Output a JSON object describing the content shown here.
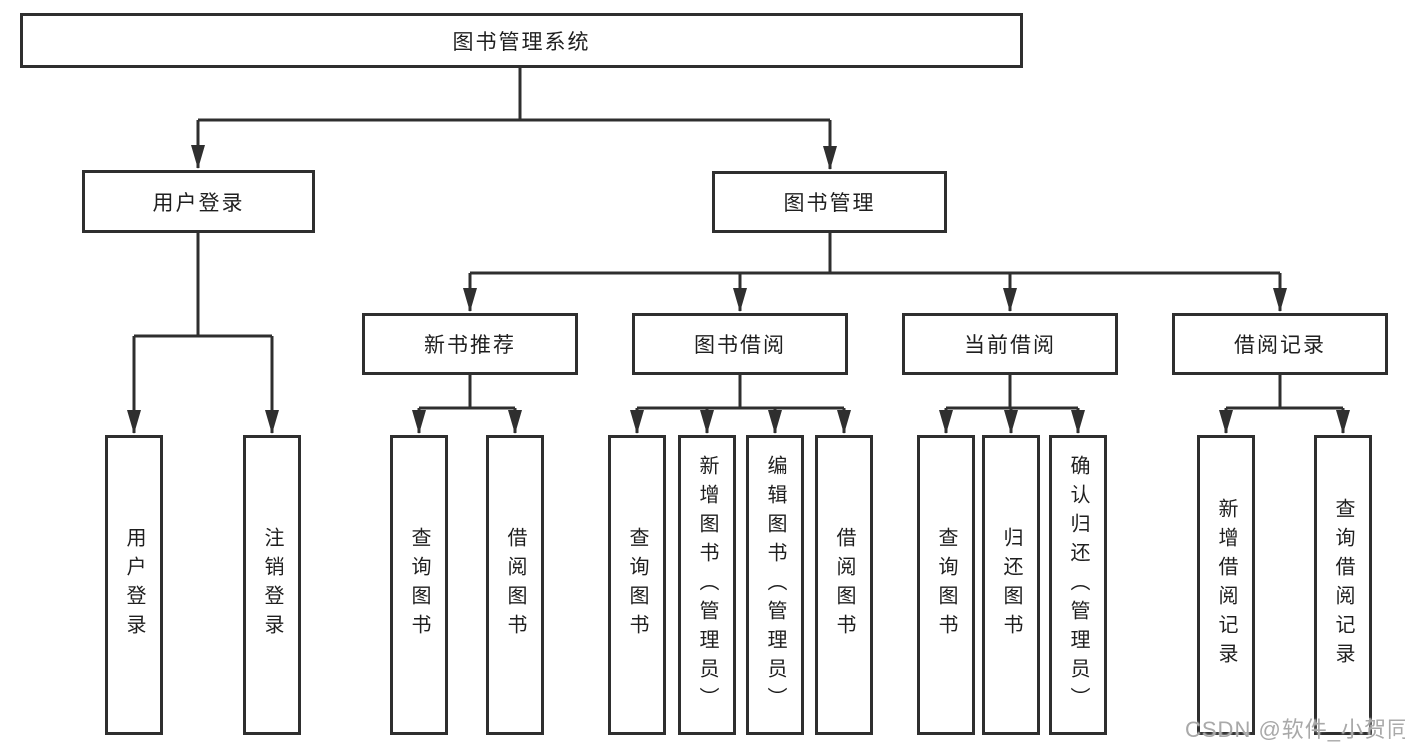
{
  "diagram_title": "图书管理系统",
  "tree": {
    "label": "图书管理系统",
    "children": [
      {
        "label": "用户登录",
        "children": [
          {
            "label": "用户登录"
          },
          {
            "label": "注销登录"
          }
        ]
      },
      {
        "label": "图书管理",
        "children": [
          {
            "label": "新书推荐",
            "children": [
              {
                "label": "查询图书"
              },
              {
                "label": "借阅图书"
              }
            ]
          },
          {
            "label": "图书借阅",
            "children": [
              {
                "label": "查询图书"
              },
              {
                "label": "新增图书（管理员）"
              },
              {
                "label": "编辑图书（管理员）"
              },
              {
                "label": "借阅图书"
              }
            ]
          },
          {
            "label": "当前借阅",
            "children": [
              {
                "label": "查询图书"
              },
              {
                "label": "归还图书"
              },
              {
                "label": "确认归还（管理员）"
              }
            ]
          },
          {
            "label": "借阅记录",
            "children": [
              {
                "label": "新增借阅记录"
              },
              {
                "label": "查询借阅记录"
              }
            ]
          }
        ]
      }
    ]
  },
  "watermark": {
    "text": "CSDN @软件_小贺同学"
  },
  "colors": {
    "line": "#2f2f2f",
    "box_border": "#2f2f2f",
    "text": "#1f1f1f",
    "watermark": "#a9a9a9",
    "background": "#ffffff"
  }
}
